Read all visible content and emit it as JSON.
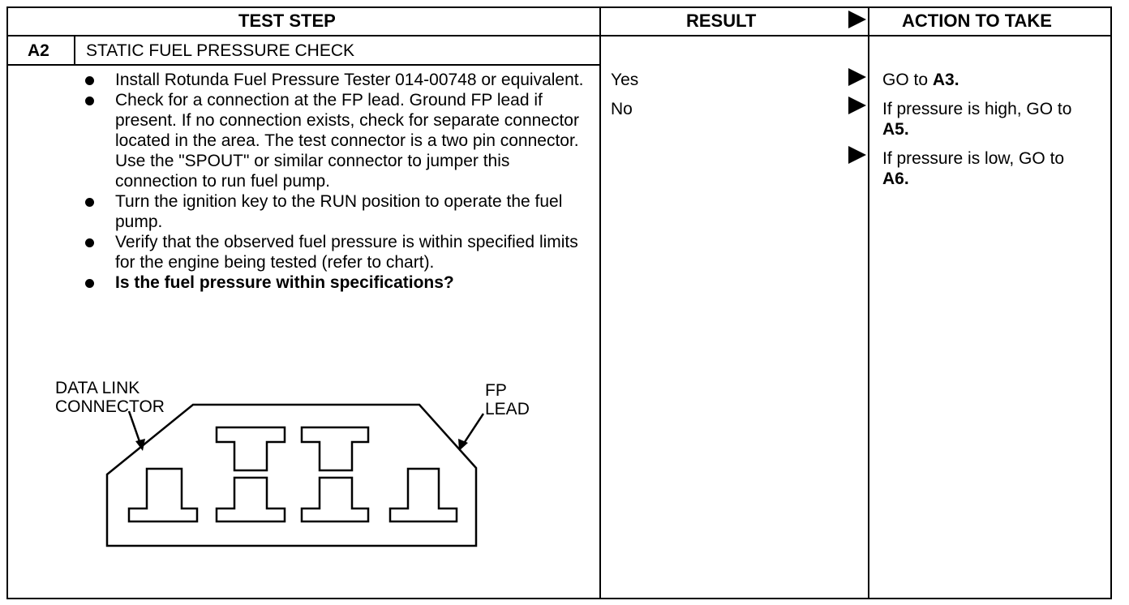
{
  "header": {
    "test_step": "TEST STEP",
    "result": "RESULT",
    "action": "ACTION TO TAKE"
  },
  "step": {
    "id": "A2",
    "title": "STATIC FUEL PRESSURE CHECK",
    "bullets": [
      "Install Rotunda Fuel Pressure Tester 014-00748 or equivalent.",
      "Check for a connection at the FP lead. Ground FP lead if present. If no connection exists, check for separate connector located in the area. The test connector is a two pin connector. Use the \"SPOUT\" or similar connector to jumper this connection to run fuel pump.",
      "Turn the ignition key to the RUN position to operate the fuel pump.",
      "Verify that the observed fuel pressure is within specified limits for the engine being tested (refer to chart).",
      "Is the fuel pressure within specifications?"
    ]
  },
  "results": {
    "yes": "Yes",
    "no": "No"
  },
  "actions": {
    "yes": {
      "text": "GO to ",
      "target": "A3."
    },
    "high": {
      "text1": "If pressure is high, GO to",
      "target": "A5."
    },
    "low": {
      "text1": "If pressure is low, GO to",
      "target": "A6."
    }
  },
  "diagram": {
    "label_left_1": "DATA LINK",
    "label_left_2": "CONNECTOR",
    "label_right_1": "FP",
    "label_right_2": "LEAD"
  }
}
